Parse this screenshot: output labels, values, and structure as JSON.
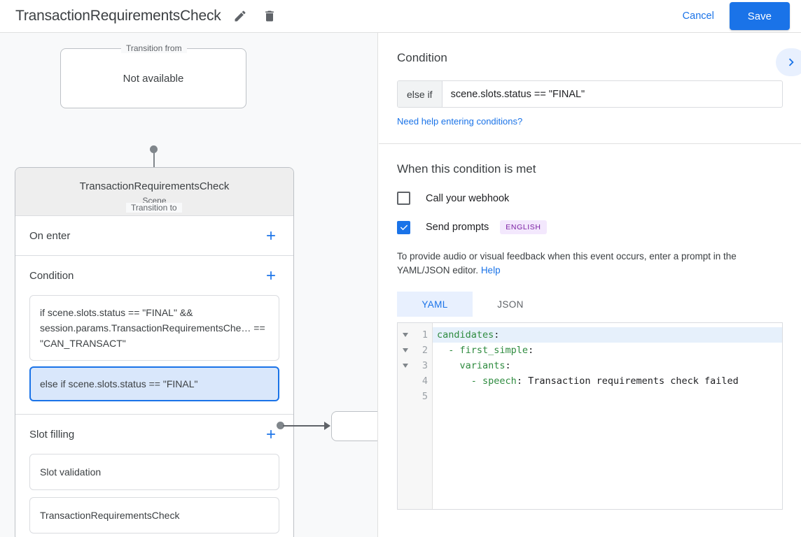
{
  "topbar": {
    "title": "TransactionRequirementsCheck",
    "edit_icon": "pencil-icon",
    "delete_icon": "trash-icon",
    "cancel_label": "Cancel",
    "save_label": "Save",
    "save_bg": "#1a73e8",
    "link_color": "#1a73e8"
  },
  "canvas": {
    "transition_from": {
      "legend": "Transition from",
      "value": "Not available"
    },
    "scene": {
      "legend": "Transition to",
      "title": "TransactionRequirementsCheck",
      "subtitle": "Scene",
      "sections": [
        {
          "title": "On enter",
          "add_label": "+"
        },
        {
          "title": "Condition",
          "add_label": "+"
        },
        {
          "title": "Slot filling",
          "add_label": "+"
        }
      ],
      "conditions": [
        {
          "text": "if scene.slots.status == \"FINAL\" && session.params.TransactionRequirementsChe… == \"CAN_TRANSACT\"",
          "selected": false
        },
        {
          "text": "else if scene.slots.status == \"FINAL\"",
          "selected": true
        }
      ],
      "slots": [
        "Slot validation",
        "TransactionRequirementsCheck"
      ]
    }
  },
  "panel": {
    "expand_icon": "chevron-right-icon",
    "condition": {
      "heading": "Condition",
      "prefix": "else if",
      "value": "scene.slots.status == \"FINAL\"",
      "help_link": "Need help entering conditions?"
    },
    "when_met": {
      "heading": "When this condition is met",
      "webhook": {
        "label": "Call your webhook",
        "checked": false
      },
      "prompts": {
        "label": "Send prompts",
        "checked": true,
        "badge": "ENGLISH",
        "badge_bg": "#f3e8fd",
        "badge_color": "#7b1fa2"
      },
      "description": "To provide audio or visual feedback when this event occurs, enter a prompt in the YAML/JSON editor.",
      "help_label": "Help",
      "tabs": [
        {
          "label": "YAML",
          "active": true
        },
        {
          "label": "JSON",
          "active": false
        }
      ],
      "editor": {
        "lines": [
          {
            "no": "1",
            "fold": true,
            "highlight": true,
            "key": "candidates",
            "sep": ":",
            "rest": "",
            "indent": ""
          },
          {
            "no": "2",
            "fold": true,
            "highlight": false,
            "key": "- first_simple",
            "sep": ":",
            "rest": "",
            "indent": "  "
          },
          {
            "no": "3",
            "fold": true,
            "highlight": false,
            "key": "variants",
            "sep": ":",
            "rest": "",
            "indent": "    "
          },
          {
            "no": "4",
            "fold": false,
            "highlight": false,
            "key": "- speech",
            "sep": ":",
            "rest": " Transaction requirements check failed",
            "indent": "      "
          },
          {
            "no": "5",
            "fold": false,
            "highlight": false,
            "key": "",
            "sep": "",
            "rest": "",
            "indent": ""
          }
        ]
      }
    }
  }
}
